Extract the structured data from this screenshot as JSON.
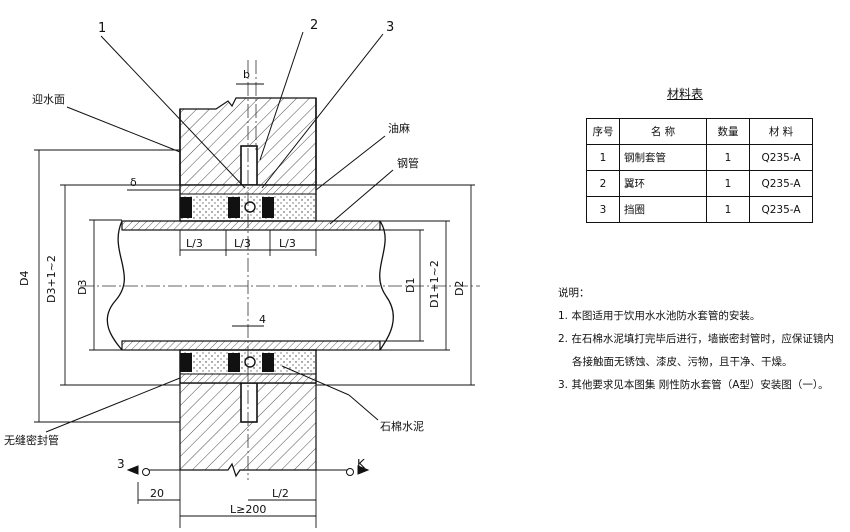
{
  "callouts": {
    "c1": "1",
    "c2": "2",
    "c3": "3",
    "upstream_face": "迎水面",
    "oil_hemp": "油麻",
    "steel_pipe": "钢管",
    "asbestos_cement": "石棉水泥",
    "seamless_seal_pipe": "无缝密封管"
  },
  "dims": {
    "b": "b",
    "delta": "δ",
    "l3a": "L/3",
    "l3b": "L/3",
    "l3c": "L/3",
    "four": "4",
    "d4": "D4",
    "d3_formula": "D3+1~2",
    "d3": "D3",
    "d1": "D1",
    "d1_formula": "D1+1~2",
    "d2": "D2",
    "twenty": "20",
    "l2": "L/2",
    "lmin": "L≥200",
    "sec_left_num": "3",
    "sec_right_k": "K"
  },
  "materials": {
    "title": "材料表",
    "headers": [
      "序号",
      "名 称",
      "数量",
      "材 料"
    ],
    "rows": [
      [
        "1",
        "钢制套管",
        "1",
        "Q235-A"
      ],
      [
        "2",
        "翼环",
        "1",
        "Q235-A"
      ],
      [
        "3",
        "挡圈",
        "1",
        "Q235-A"
      ]
    ]
  },
  "notes": {
    "heading": "说明：",
    "items": [
      "1. 本图适用于饮用水水池防水套管的安装。",
      "2. 在石棉水泥填打完毕后进行，墙嵌密封管时，应保证镜内",
      "各接触面无锈蚀、漆皮、污物，且干净、干燥。",
      "3. 其他要求见本图集 刚性防水套管（A型）安装图（一）。"
    ]
  }
}
